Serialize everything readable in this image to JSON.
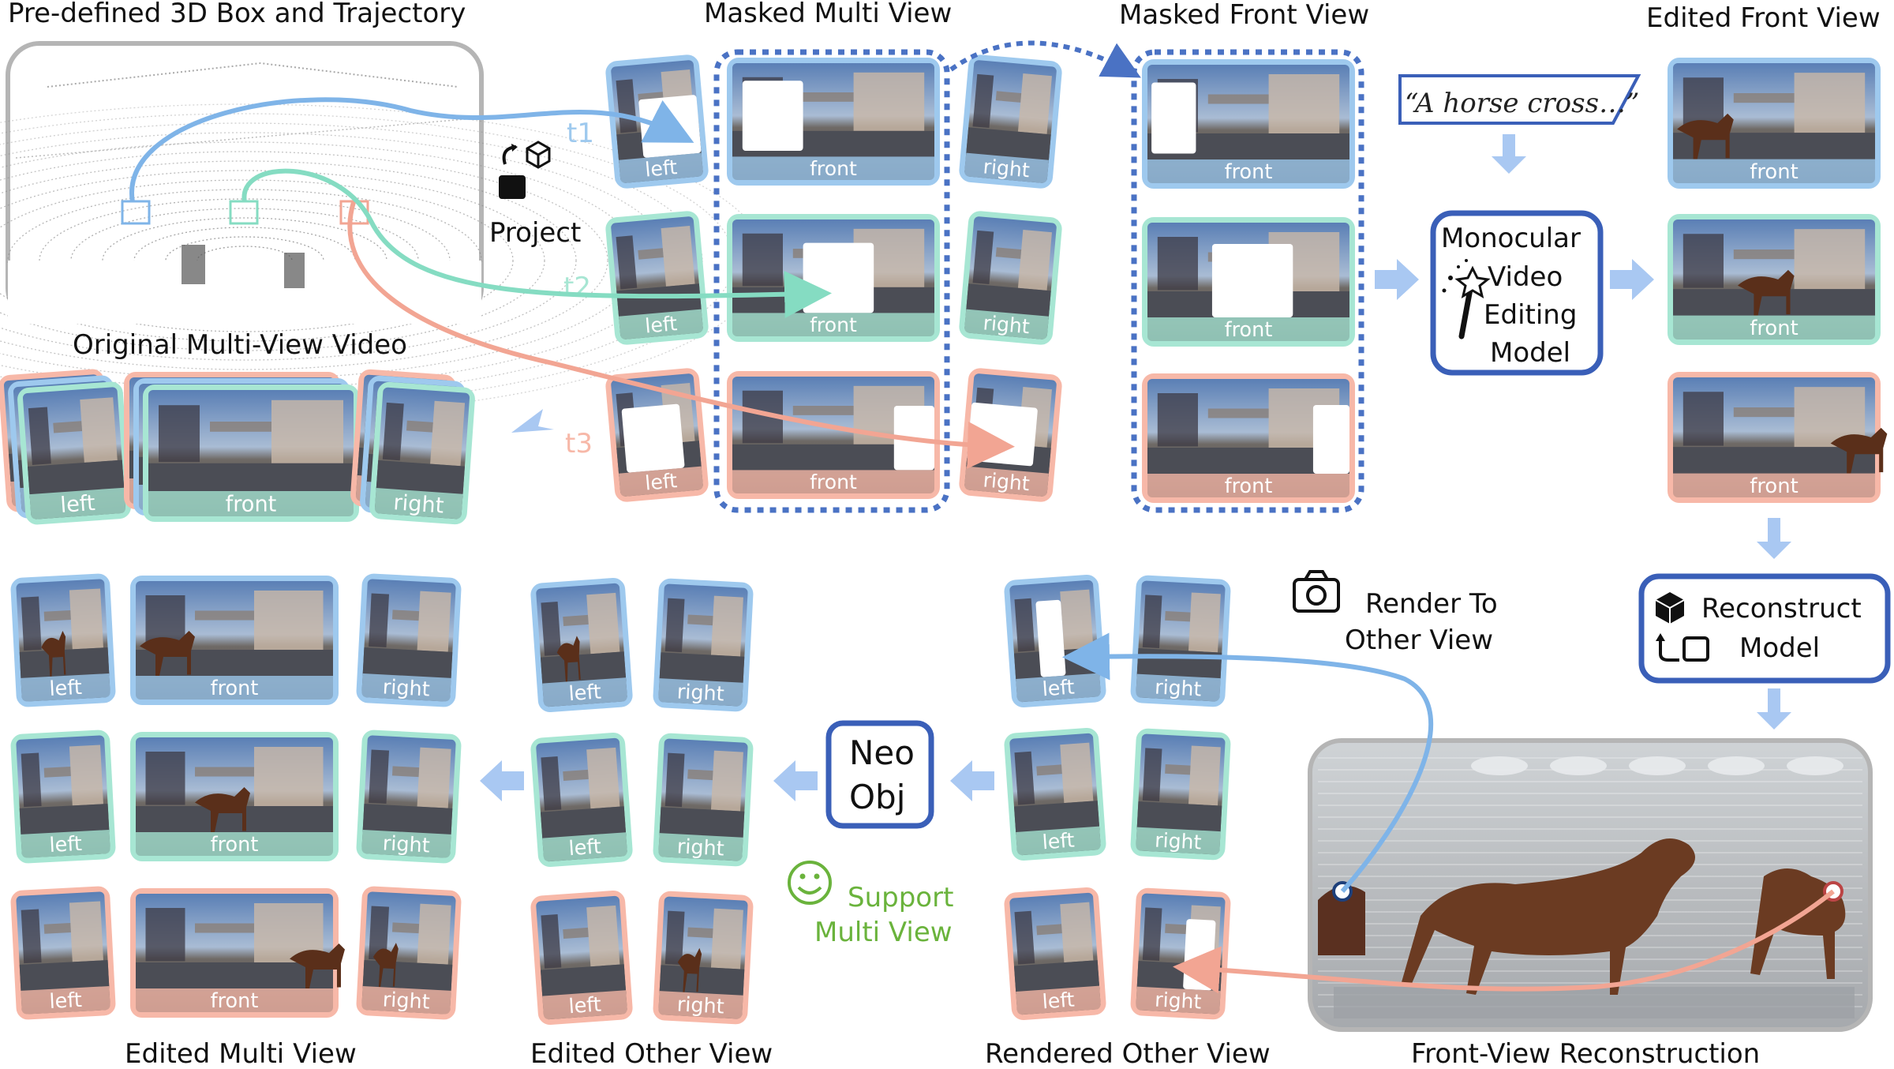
{
  "titles": {
    "predefined": "Pre-defined 3D Box and Trajectory",
    "original": "Original Multi-View Video",
    "masked_multi": "Masked Multi View",
    "masked_front": "Masked Front View",
    "edited_front": "Edited Front View",
    "edited_multi": "Edited Multi View",
    "edited_other": "Edited Other View",
    "rendered_other": "Rendered Other View",
    "front_recon": "Front-View  Reconstruction"
  },
  "steps": {
    "project": "Project",
    "t1": "t1",
    "t2": "t2",
    "t3": "t3",
    "prompt": "“A horse cross…”",
    "mono_line1": "Monocular",
    "mono_line2": "Video",
    "mono_line3": "Editing",
    "mono_line4": "Model",
    "recon_line1": "Reconstruct",
    "recon_line2": "Model",
    "render_line1": "Render To",
    "render_line2": "Other View",
    "neo_line1": "Neo",
    "neo_line2": "Obj",
    "support_line1": "Support",
    "support_line2": "Multi View"
  },
  "views": {
    "left": "left",
    "front": "front",
    "right": "right"
  },
  "colors": {
    "blue": "#9ec9ee",
    "teal": "#a7e6d3",
    "salmon": "#f7b8a8",
    "dotted_border": "#4a72c4",
    "box_border": "#3a5fb8",
    "arrow_fill": "#a9c8f2",
    "support_green": "#6ab33c"
  }
}
